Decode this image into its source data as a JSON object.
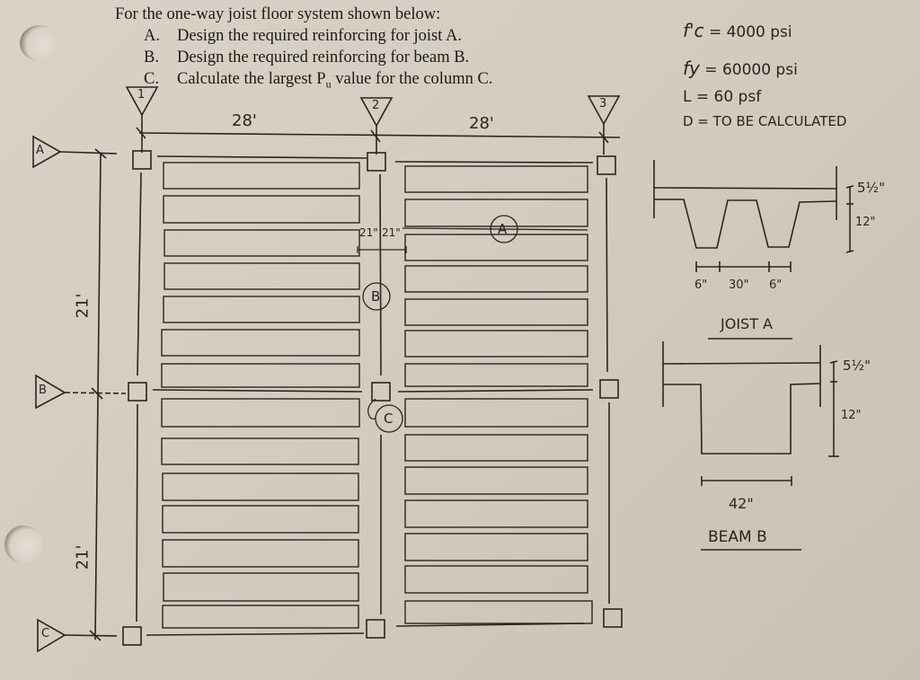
{
  "problem": {
    "intro": "For the one-way joist floor system shown below:",
    "items": [
      {
        "letter": "A.",
        "text": "Design the required reinforcing for joist A."
      },
      {
        "letter": "B.",
        "text": "Design the required reinforcing for beam B."
      },
      {
        "letter": "C.",
        "text_before": "Calculate the largest P",
        "subscript": "u",
        "text_after": " value for the column C."
      }
    ]
  },
  "given": {
    "fc": {
      "symbol": "f'c",
      "eq": "= 4000 psi"
    },
    "fy": {
      "symbol": "fy",
      "eq": "= 60000 psi"
    },
    "live": "L = 60 psf",
    "dead": "D = TO BE CALCULATED"
  },
  "plan": {
    "grid_columns": [
      "1",
      "2",
      "3"
    ],
    "grid_rows": [
      "A",
      "B",
      "C"
    ],
    "span_x": [
      "28'",
      "28'"
    ],
    "span_y": [
      "21'",
      "21'"
    ],
    "rib_spacing": [
      "21\"",
      "21\""
    ],
    "callouts": {
      "joist": "A",
      "beam": "B",
      "column": "C"
    }
  },
  "joist_section": {
    "title": "JOIST A",
    "slab_thickness": "5½\"",
    "rib_depth": "12\"",
    "rib_width_left": "6\"",
    "clear_spacing": "30\"",
    "rib_width_right": "6\""
  },
  "beam_section": {
    "title": "BEAM B",
    "slab_thickness": "5½\"",
    "web_depth": "12\"",
    "web_width": "42\""
  }
}
